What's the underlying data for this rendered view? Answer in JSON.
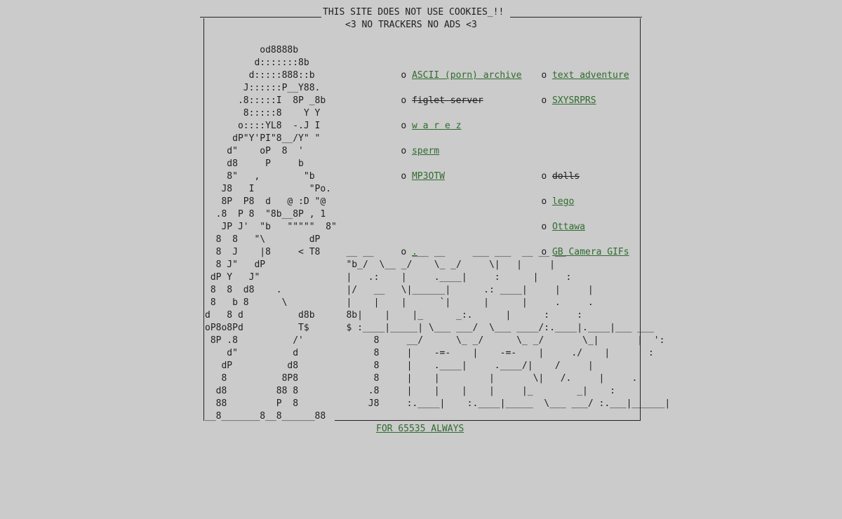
{
  "header": {
    "title": "THIS SITE DOES NOT USE COOKIES_!!",
    "subtitle": "<3 NO TRACKERS NO ADS <3"
  },
  "links": [
    {
      "bullet": "o",
      "label": "ASCII (porn) archive",
      "struck": false
    },
    {
      "bullet": "o",
      "label": "text adventure",
      "struck": false
    },
    {
      "bullet": "o",
      "label": "figlet server",
      "struck": true
    },
    {
      "bullet": "o",
      "label": "SXYSRPRS",
      "struck": false
    },
    {
      "bullet": "o",
      "label": "w a r e z",
      "struck": false
    },
    {
      "bullet": "o",
      "label": "sperm",
      "struck": false
    },
    {
      "bullet": "o",
      "label": "MP3OTW",
      "struck": false
    },
    {
      "bullet": "o",
      "label": "dolls",
      "struck": true
    },
    {
      "bullet": "o",
      "label": "lego",
      "struck": false
    },
    {
      "bullet": "o",
      "label": "Ottawa",
      "struck": false
    },
    {
      "bullet": "o",
      "label": ".",
      "struck": false
    },
    {
      "bullet": "o",
      "label": "GB Camera GIFs",
      "struck": false
    }
  ],
  "figure_art": [
    "          od8888b",
    "         d:::::::8b",
    "        d:::::888::b",
    "       J::::::P__Y88.",
    "      .8:::::I  8P _8b",
    "       8:::::8    Y Y",
    "      o::::YL8  -.J I",
    "     dP\"Y'PI\"8__/Y\" \"",
    "    d\"    oP  8  '",
    "    d8     P     b",
    "    8\"   ,        \"b",
    "   J8   I          \"Po.",
    "   8P  P8  d   @ :D \"@",
    "  .8  P 8  \"8b__8P , 1",
    "   JP J'  \"b   \"\"\"\"\"  8\"",
    "  8  8   \"\\        dP",
    "  8  J    |8     < T8",
    "  8 J\"   dP",
    " dP Y   J\"",
    " 8  8  d8    .",
    " 8   b 8      \\",
    "d   8 d          d8b",
    "oP8o8Pd          T$",
    " 8P .8          /'",
    "    d\"          d",
    "   dP          d8",
    "   8          8P8",
    "  d8         88 8",
    "  88         P  8",
    "__8_______8__8______88"
  ],
  "logo_art": [
    "   __ __       ___ __     ___ ___  __ __ __",
    "   \"b_/  \\__ _/    \\_ _/     \\|   |     |",
    "   |   .:    |     .____|     :      |     :",
    "   |/   __   \\|______|      .: ____|     |     |",
    "   |    |    |      `|      |      |     .     .",
    "   8b|    |    |_      _:.      |      :     :",
    "   $ :____|_____| \\___ ___/  \\___ ____/:.____|.____|___ ___",
    "        8     __/      \\_ _/      \\_ _/       \\_|       |  ':",
    "        8     |    -=-    |    -=-    |     ./    |       :",
    "        8     |    .____|     .____/|    /     |",
    "        8     |    |         |       \\|   /.     |     .",
    "       .8     |    |    |    |     |_        _|    :",
    "       J8     :.____|    :.____|_____  \\___ ___/ :.___|______|"
  ],
  "footer": {
    "label": "FOR 65535 ALWAYS"
  }
}
